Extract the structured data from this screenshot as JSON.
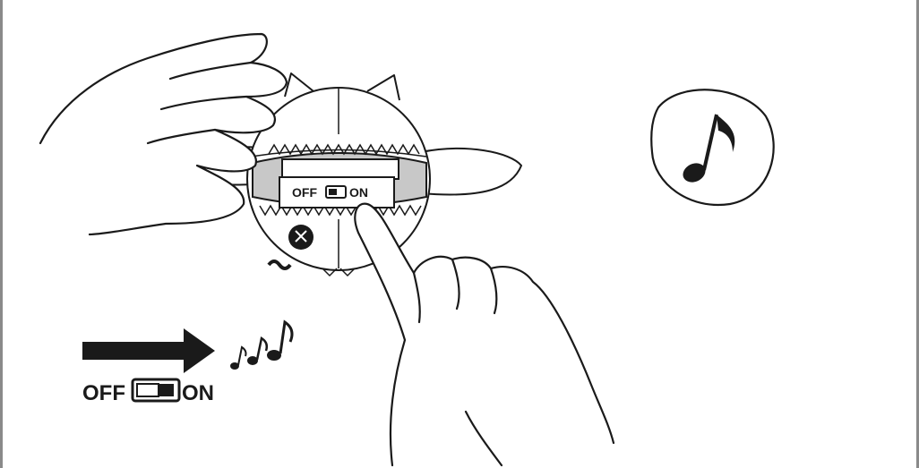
{
  "colors": {
    "ink": "#1a1a1a",
    "shade": "#c8c8c8",
    "frame": "#8a8a8a",
    "paper": "#ffffff"
  },
  "toy_switch": {
    "off_label": "OFF",
    "on_label": "ON"
  },
  "legend_switch": {
    "off_label": "OFF",
    "on_label": "ON"
  },
  "icons": [
    "music-note-icon",
    "music-notes-icon",
    "direction-arrow-icon",
    "slide-switch-icon"
  ]
}
